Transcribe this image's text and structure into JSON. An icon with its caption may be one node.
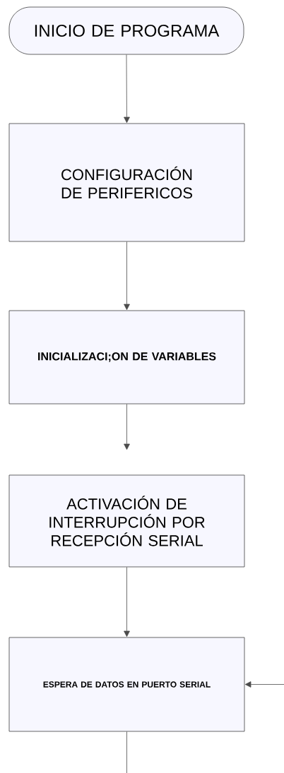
{
  "diagram": {
    "nodes": [
      {
        "text": [
          "INICIO DE PROGRAMA"
        ]
      },
      {
        "text": [
          "CONFIGURACIÓN DE PERIFERICOS"
        ]
      },
      {
        "text": [
          "INICIALIZACI;ON DE VARIABLES"
        ]
      },
      {
        "text": [
          "ACTIVACIÓN DE INTERRUPCIÓN POR RECEPCIÓN SERIAL"
        ]
      },
      {
        "text": [
          "ESPERA DE DATOS EN PUERTO SERIAL"
        ]
      }
    ],
    "edges": [
      {
        "from": 0,
        "to": 1,
        "arrow": "to"
      },
      {
        "from": 1,
        "to": 2,
        "arrow": "to"
      },
      {
        "from": 2,
        "to": 3,
        "arrow": "to"
      },
      {
        "from": 3,
        "to": 4,
        "arrow": "to"
      },
      {
        "from": null,
        "to": 4,
        "arrow": "to"
      },
      {
        "from": 4,
        "to": null,
        "arrow": "none"
      }
    ]
  }
}
